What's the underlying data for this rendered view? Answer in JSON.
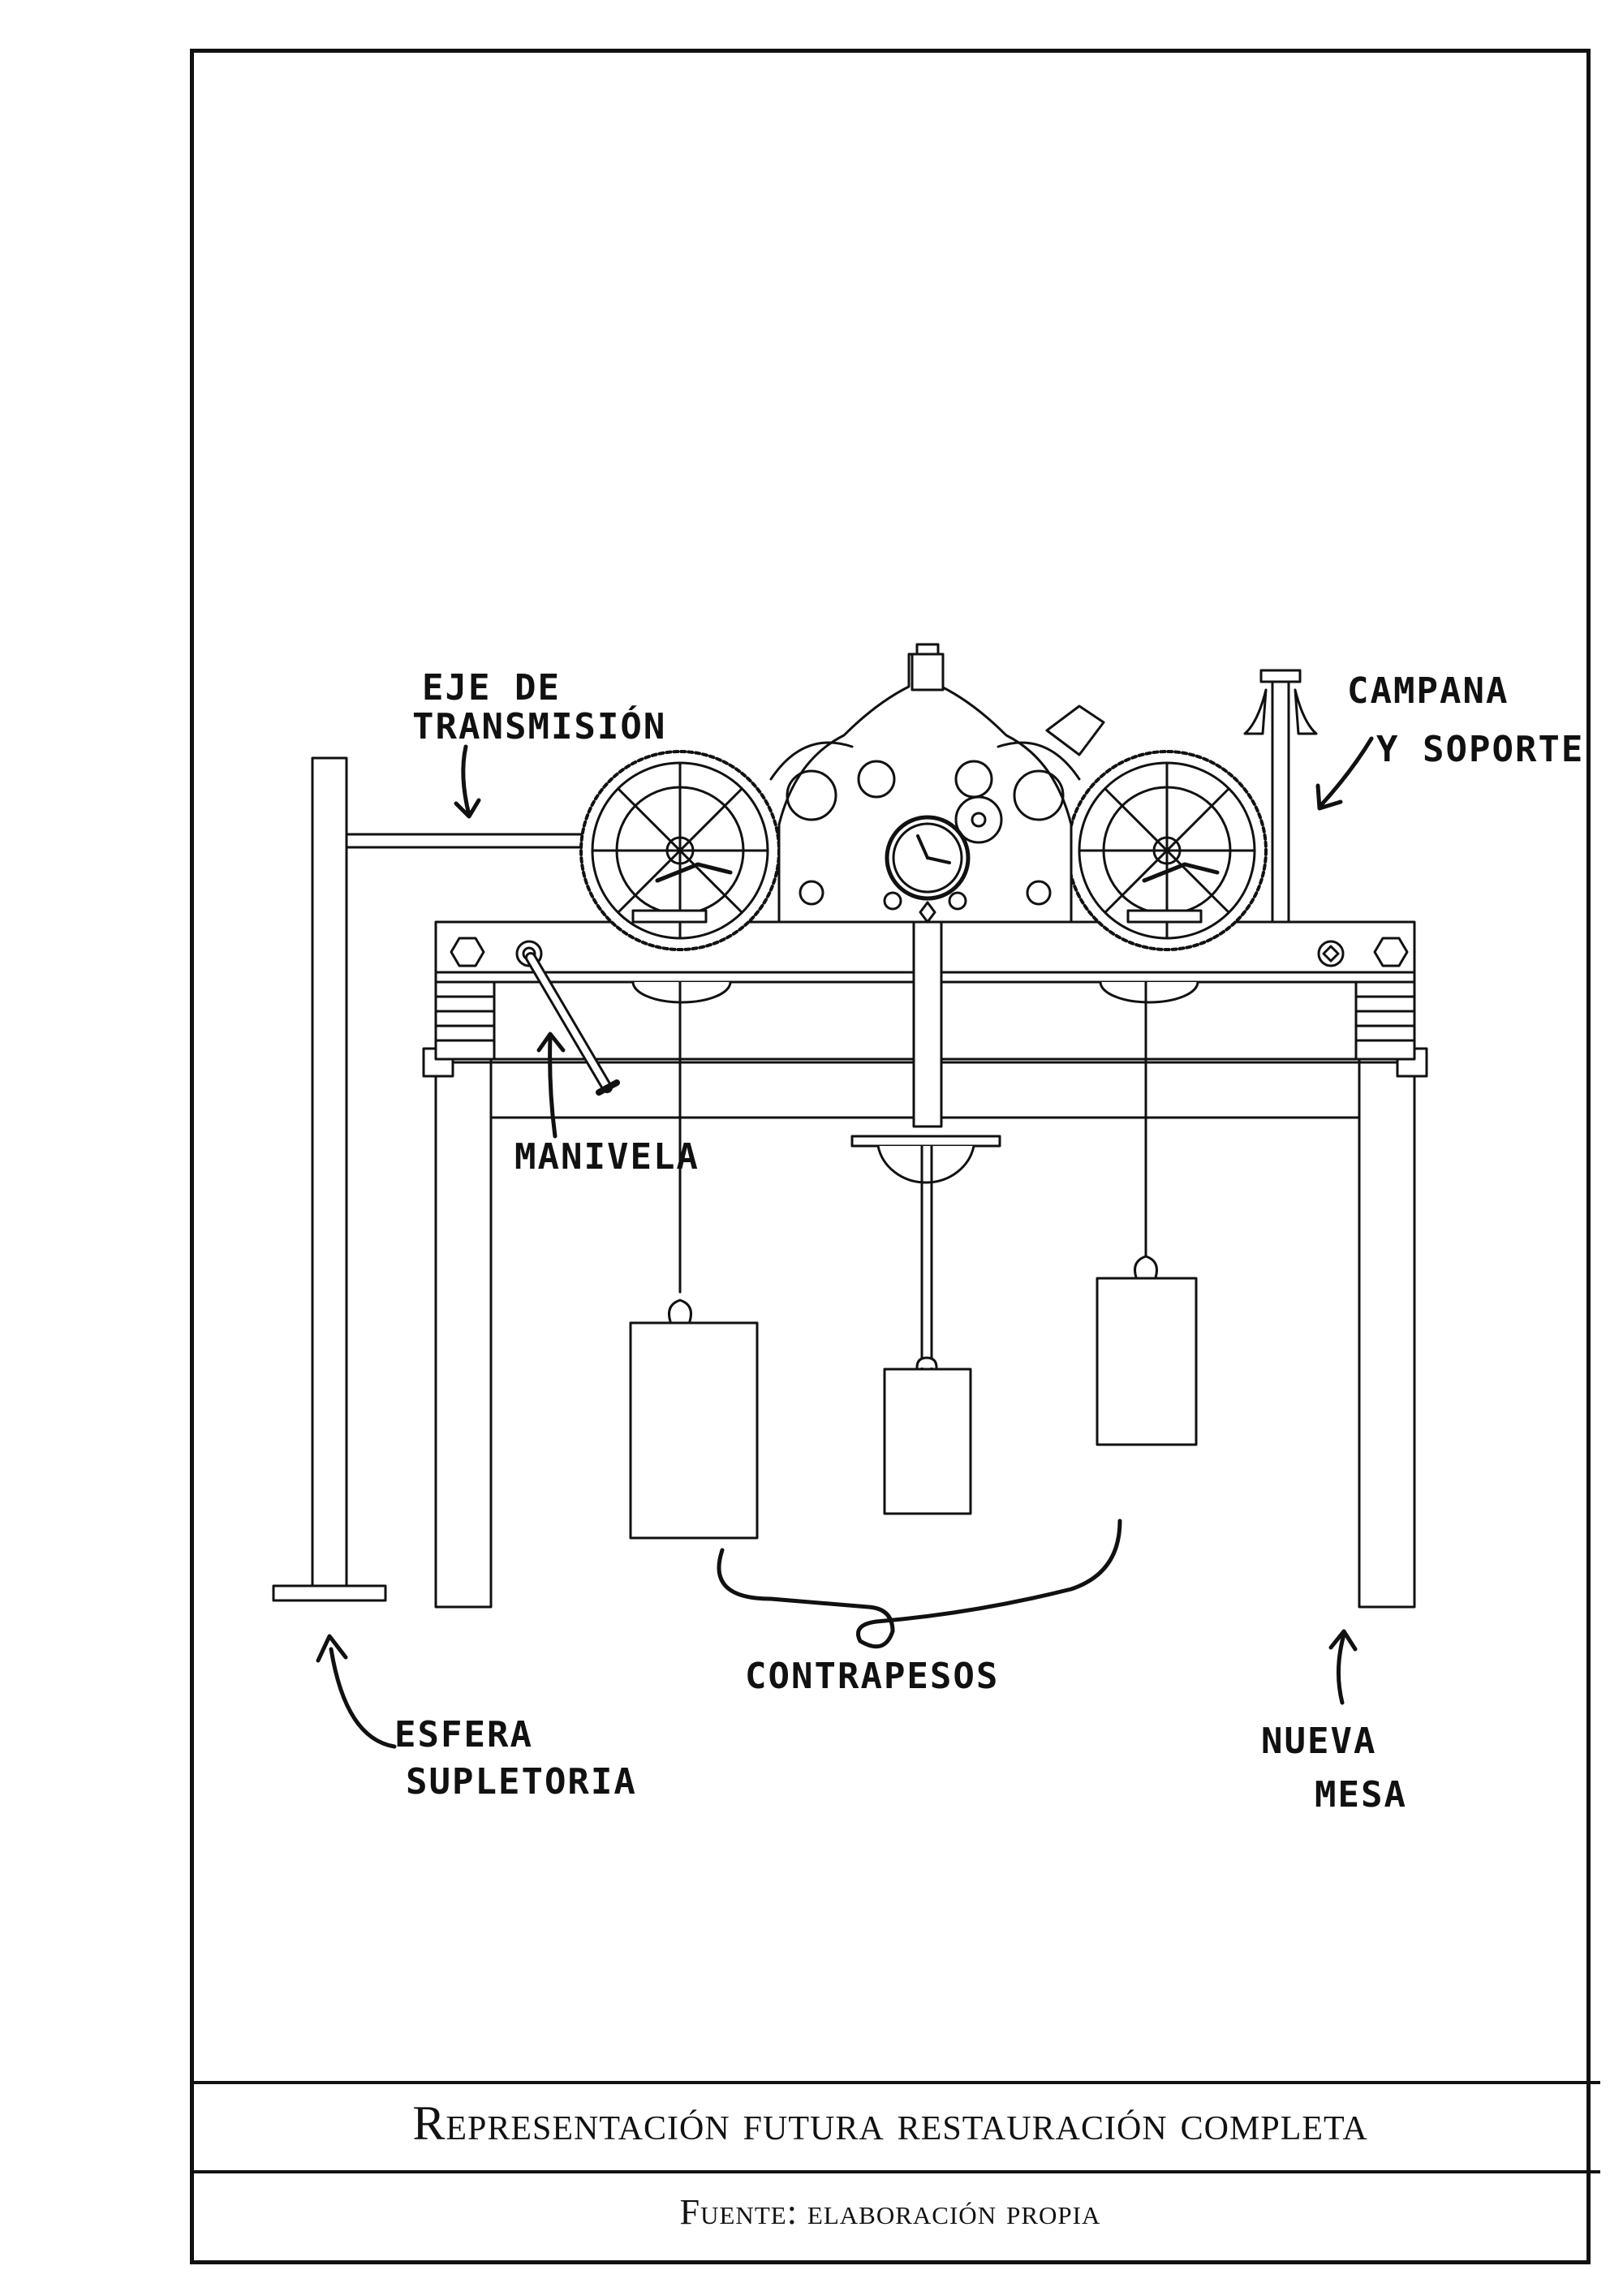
{
  "labels": {
    "eje": [
      "EJE DE",
      "TRANSMISIÓN"
    ],
    "campana": [
      "CAMPANA",
      "Y SOPORTE"
    ],
    "manivela": "MANIVELA",
    "contrapesos": "CONTRAPESOS",
    "esfera": [
      "ESFERA",
      "SUPLETORIA"
    ],
    "mesa": [
      "NUEVA",
      "MESA"
    ]
  },
  "caption": {
    "title": "Representación futura restauración completa",
    "source": "Fuente: elaboración propia"
  }
}
